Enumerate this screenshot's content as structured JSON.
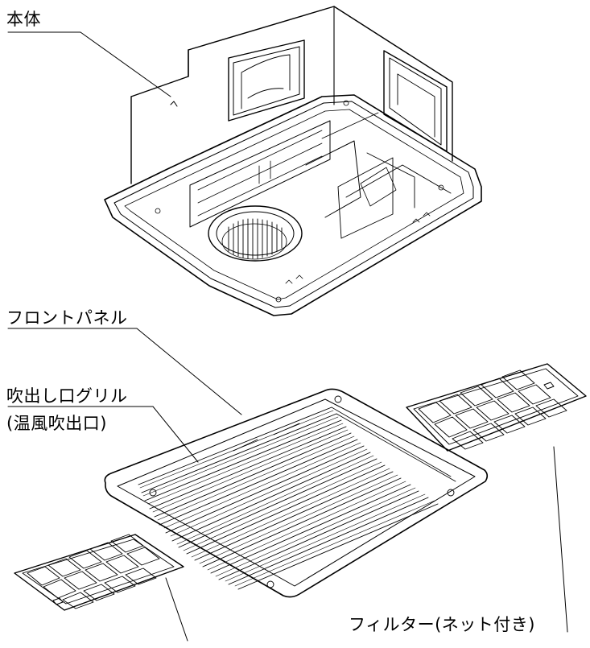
{
  "labels": {
    "main_body": "本体",
    "front_panel": "フロントパネル",
    "outlet_grille": "吹出し口グリル",
    "outlet_grille_sub": "(温風吹出口)",
    "filter": "フィルター(ネット付き)"
  },
  "colors": {
    "line": "#000000",
    "background": "#ffffff"
  }
}
